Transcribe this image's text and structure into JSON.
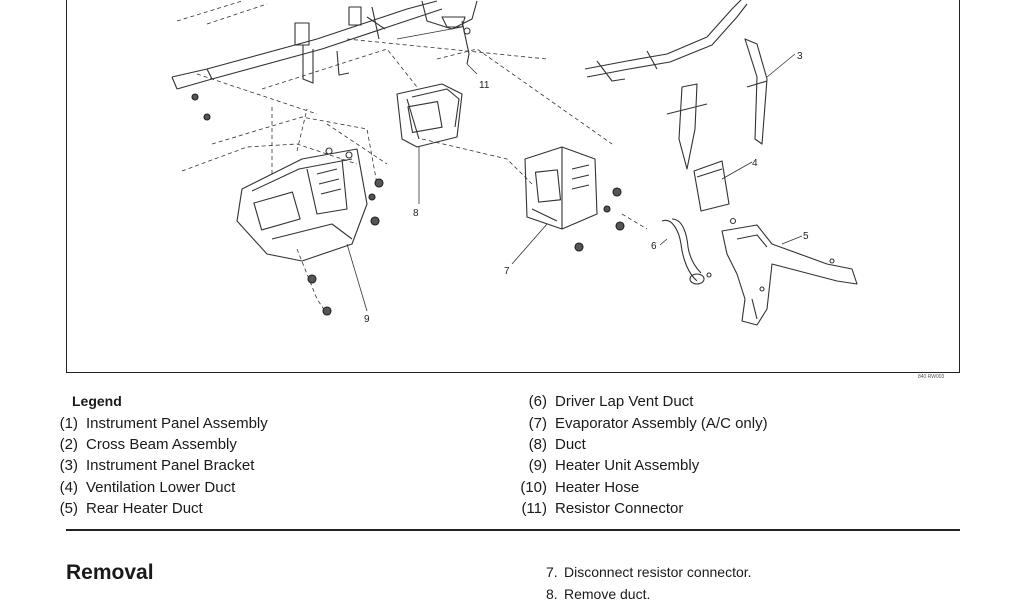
{
  "diagram": {
    "callouts": [
      "3",
      "4",
      "5",
      "6",
      "7",
      "8",
      "9",
      "11"
    ],
    "figure_code": "840 RW003"
  },
  "legend": {
    "title": "Legend",
    "items": [
      {
        "num": "(1)",
        "text": "Instrument Panel Assembly"
      },
      {
        "num": "(2)",
        "text": "Cross Beam Assembly"
      },
      {
        "num": "(3)",
        "text": "Instrument Panel Bracket"
      },
      {
        "num": "(4)",
        "text": "Ventilation Lower Duct"
      },
      {
        "num": "(5)",
        "text": "Rear Heater Duct"
      },
      {
        "num": "(6)",
        "text": "Driver Lap Vent Duct"
      },
      {
        "num": "(7)",
        "text": "Evaporator Assembly (A/C only)"
      },
      {
        "num": "(8)",
        "text": "Duct"
      },
      {
        "num": "(9)",
        "text": "Heater Unit Assembly"
      },
      {
        "num": "(10)",
        "text": "Heater Hose"
      },
      {
        "num": "(11)",
        "text": "Resistor Connector"
      }
    ]
  },
  "removal": {
    "title": "Removal",
    "steps": [
      {
        "num": "7.",
        "text": "Disconnect resistor connector."
      },
      {
        "num": "8.",
        "text": "Remove duct."
      }
    ]
  }
}
